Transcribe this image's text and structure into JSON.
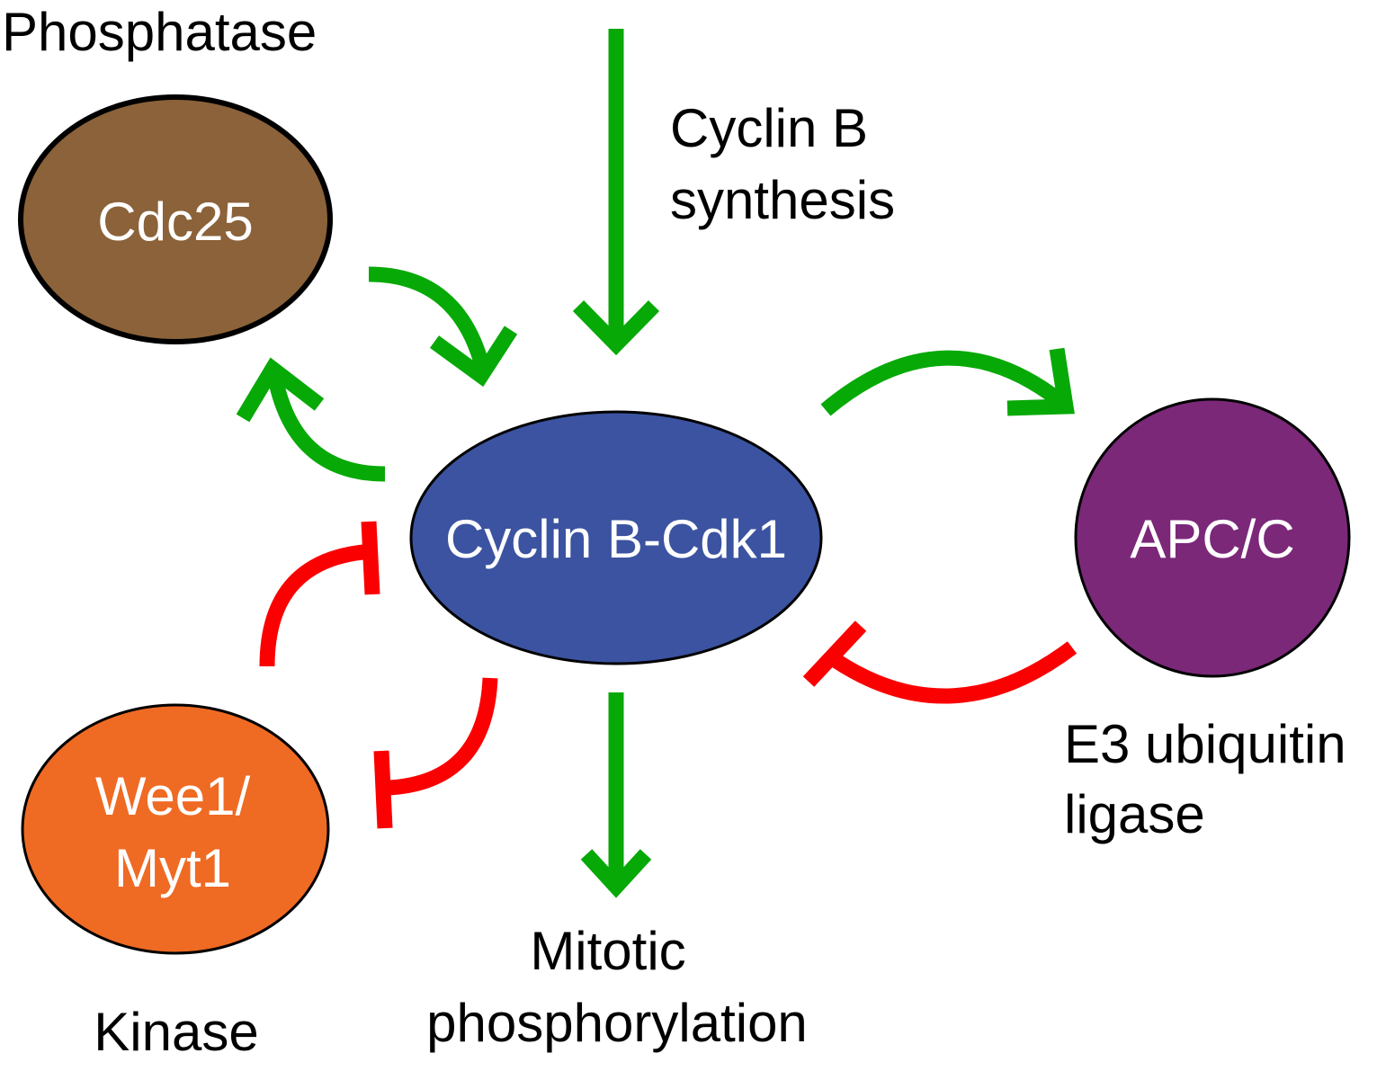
{
  "nodes": {
    "cdc25": {
      "label": "Cdc25",
      "role": "Phosphatase",
      "fill": "#8b6239"
    },
    "cyclin_cdk1": {
      "label": "Cyclin B-Cdk1",
      "fill": "#3b53a0"
    },
    "apcc": {
      "label": "APC/C",
      "role_line1": "E3 ubiquitin",
      "role_line2": "ligase",
      "fill": "#7b2879"
    },
    "wee1": {
      "label_line1": "Wee1/",
      "label_line2": "Myt1",
      "role": "Kinase",
      "fill": "#ef6a23"
    }
  },
  "annotations": {
    "synthesis_line1": "Cyclin B",
    "synthesis_line2": "synthesis",
    "mitotic_line1": "Mitotic",
    "mitotic_line2": "phosphorylation"
  },
  "edges": [
    {
      "from": "Cyclin B synthesis",
      "to": "Cyclin B-Cdk1",
      "type": "activation"
    },
    {
      "from": "Cdc25",
      "to": "Cyclin B-Cdk1",
      "type": "activation"
    },
    {
      "from": "Cyclin B-Cdk1",
      "to": "Cdc25",
      "type": "activation"
    },
    {
      "from": "Cyclin B-Cdk1",
      "to": "APC/C",
      "type": "activation"
    },
    {
      "from": "APC/C",
      "to": "Cyclin B-Cdk1",
      "type": "inhibition"
    },
    {
      "from": "Wee1/Myt1",
      "to": "Cyclin B-Cdk1",
      "type": "inhibition"
    },
    {
      "from": "Cyclin B-Cdk1",
      "to": "Wee1/Myt1",
      "type": "inhibition"
    },
    {
      "from": "Cyclin B-Cdk1",
      "to": "Mitotic phosphorylation",
      "type": "activation"
    }
  ],
  "colors": {
    "activation": "#07a907",
    "inhibition": "#fb0000",
    "outline": "#000000"
  }
}
